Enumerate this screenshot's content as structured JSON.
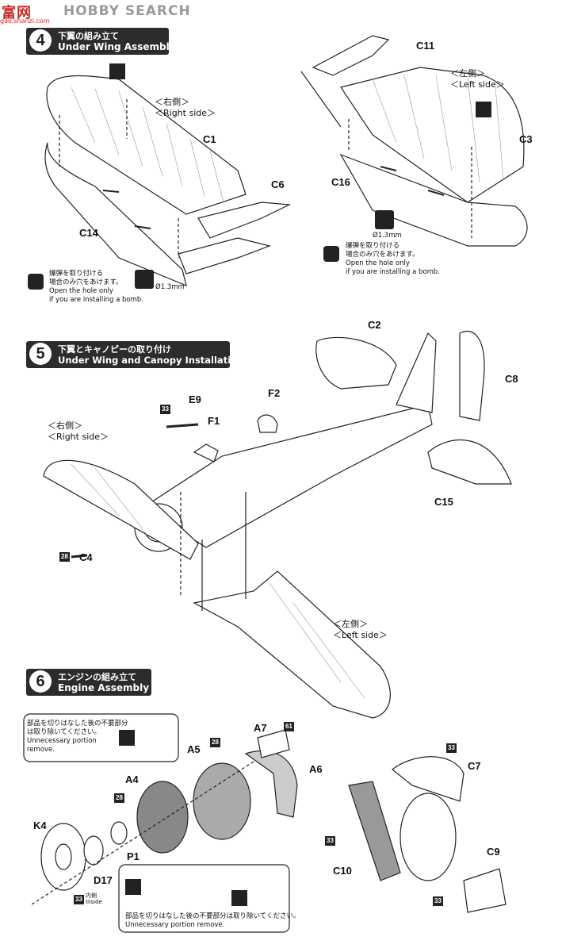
{
  "watermark": {
    "logo": "富网",
    "text": "HOBBY SEARCH",
    "url": "gao.shanzi.com"
  },
  "steps": [
    {
      "number": "4",
      "title_jp": "下翼の組み立て",
      "title_en": "Under Wing Assembly",
      "parts": [
        "C11",
        "C1",
        "C6",
        "C14",
        "C16",
        "C3"
      ],
      "sides": [
        {
          "jp": "＜右側＞",
          "en": "＜Right side＞"
        },
        {
          "jp": "＜左側＞",
          "en": "＜Left side＞"
        }
      ],
      "hole_size": "Ø1.3mm",
      "bomb_note": {
        "jp1": "爆弾を取り付ける",
        "jp2": "場合のみ穴をあけます。",
        "en1": "Open the hole only",
        "en2": "if you are installing a bomb."
      }
    },
    {
      "number": "5",
      "title_jp": "下翼とキャノピーの取り付け",
      "title_en": "Under Wing and Canopy Installation",
      "parts": [
        "C2",
        "C8",
        "E9",
        "F2",
        "F1",
        "C15",
        "C4"
      ],
      "badges": [
        "33",
        "28"
      ],
      "sides": [
        {
          "jp": "＜右側＞",
          "en": "＜Right side＞"
        },
        {
          "jp": "＜左側＞",
          "en": "＜Left side＞"
        }
      ]
    },
    {
      "number": "6",
      "title_jp": "エンジンの組み立て",
      "title_en": "Engine Assembly",
      "parts": [
        "A7",
        "A5",
        "A6",
        "A4",
        "C7",
        "K4",
        "P1",
        "D17",
        "C10",
        "C9"
      ],
      "badges": [
        "28",
        "61",
        "33",
        "28",
        "33",
        "33",
        "33"
      ],
      "inside_label": {
        "jp": "内側",
        "en": "Inside"
      },
      "cut_note_top": {
        "jp1": "部品を切りはなした後の不要部分",
        "jp2": "は取り除いてください。",
        "en1": "Unnecessary portion",
        "en2": "remove."
      },
      "cut_note_bottom": {
        "jp": "部品を切りはなした後の不要部分は取り除いてください。",
        "en": "Unnecessary portion remove."
      }
    }
  ]
}
